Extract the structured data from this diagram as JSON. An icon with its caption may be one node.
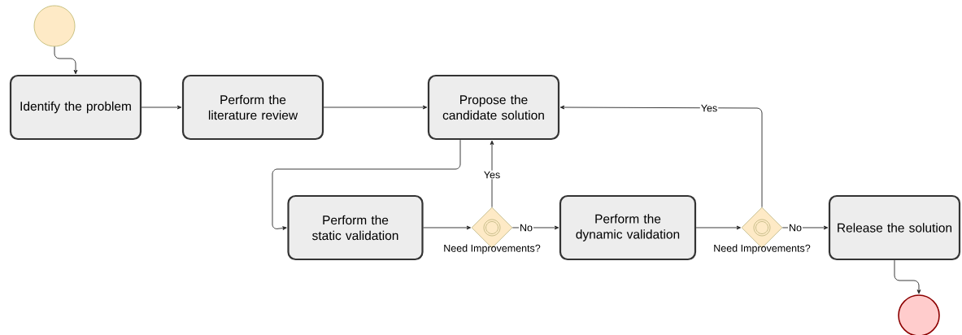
{
  "diagram": {
    "nodes": [
      {
        "text": [],
        "shape": "circle"
      },
      {
        "text": [
          "Identify the problem"
        ]
      },
      {
        "text": [
          "Perform the literature review"
        ]
      },
      {
        "text": [
          "Propose the candidate solution"
        ]
      },
      {
        "text": [
          "Perform the static validation"
        ]
      },
      {
        "text": [],
        "shape": "diamond",
        "beside": [
          "Need Improvements?"
        ]
      },
      {
        "text": [
          "Perform the dynamic validation"
        ]
      },
      {
        "text": [],
        "shape": "diamond",
        "beside": [
          "Need Improvements?"
        ]
      },
      {
        "text": [
          "Release the solution"
        ]
      },
      {
        "text": [],
        "shape": "circle"
      }
    ],
    "edges": [
      {
        "from": 0,
        "to": 1,
        "arrow": "to"
      },
      {
        "from": 1,
        "to": 2,
        "arrow": "to"
      },
      {
        "from": 2,
        "to": 3,
        "arrow": "to"
      },
      {
        "from": 3,
        "to": 4,
        "arrow": "to"
      },
      {
        "from": 4,
        "to": 5,
        "arrow": "to"
      },
      {
        "from": 5,
        "to": 3,
        "arrow": "to",
        "label": "Yes"
      },
      {
        "from": 5,
        "to": 6,
        "arrow": "to",
        "label": "No"
      },
      {
        "from": 6,
        "to": 7,
        "arrow": "to"
      },
      {
        "from": 7,
        "to": 3,
        "arrow": "to",
        "label": "Yes"
      },
      {
        "from": 7,
        "to": 8,
        "arrow": "to",
        "label": "No"
      },
      {
        "from": 8,
        "to": 9,
        "arrow": "to"
      }
    ]
  }
}
